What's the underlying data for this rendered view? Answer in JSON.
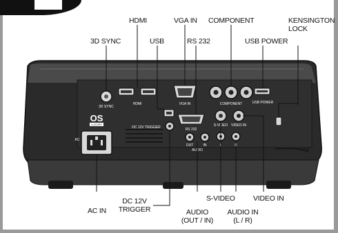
{
  "labels": {
    "hdmi": "HDMI",
    "vga_in": "VGA IN",
    "component": "COMPONENT",
    "kensington_line1": "KENSINGTON",
    "kensington_line2": "LOCK",
    "sync3d": "3D SYNC",
    "usb": "USB",
    "rs232": "RS 232",
    "usb_power": "USB POWER",
    "ac_in": "AC IN",
    "dc12v_line1": "DC 12V",
    "dc12v_line2": "TRIGGER",
    "audio_line1": "AUDIO",
    "audio_line2": "(OUT / IN)",
    "svideo": "S-VIDEO",
    "audio_in_line1": "AUDIO IN",
    "audio_in_line2": "(L / R)",
    "video_in": "VIDEO IN"
  },
  "panel_print": {
    "sync": "3D SYNC",
    "hdmi": "HDMI",
    "vga": "VGA IN",
    "component": "COMPONENT",
    "usb_power": "USB POWER",
    "dc12v": "DC 12V TRIGGER",
    "rs232": "RS 232",
    "audio": "AUDIO",
    "out": "OUT",
    "in": "IN",
    "svideo": "S-VIDEO",
    "video": "VIDEO IN",
    "l": "L",
    "r": "R",
    "ac": "AC",
    "logo": "OS",
    "logo_sub": "LUXURY"
  }
}
